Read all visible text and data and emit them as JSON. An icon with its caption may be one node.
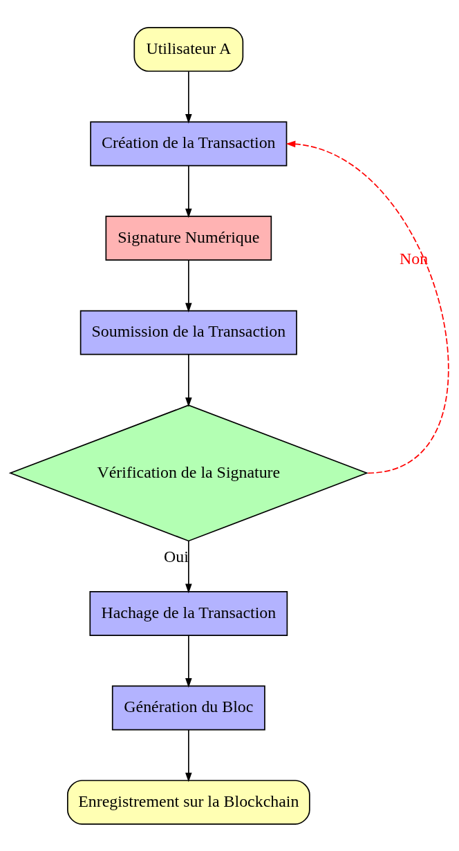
{
  "diagram": {
    "nodes": [
      {
        "text": [
          "Utilisateur A"
        ]
      },
      {
        "text": [
          "Création de la Transaction"
        ]
      },
      {
        "text": [
          "Signature Numérique"
        ]
      },
      {
        "text": [
          "Soumission de la Transaction"
        ]
      },
      {
        "text": [
          "Vérification de la Signature"
        ]
      },
      {
        "text": [
          "Hachage de la Transaction"
        ]
      },
      {
        "text": [
          "Génération du Bloc"
        ]
      },
      {
        "text": [
          "Enregistrement sur la Blockchain"
        ]
      }
    ],
    "edges": [
      {
        "from": 0,
        "to": 1,
        "arrow": "to"
      },
      {
        "from": 1,
        "to": 2,
        "arrow": "to"
      },
      {
        "from": 2,
        "to": 3,
        "arrow": "to"
      },
      {
        "from": 3,
        "to": 4,
        "arrow": "to"
      },
      {
        "from": 4,
        "to": 5,
        "arrow": "to",
        "label": "Oui"
      },
      {
        "from": 5,
        "to": 6,
        "arrow": "to"
      },
      {
        "from": 6,
        "to": 7,
        "arrow": "to"
      },
      {
        "from": 4,
        "to": 1,
        "arrow": "to",
        "label": "Non",
        "style": "dashed",
        "color": "#ff0000"
      }
    ]
  }
}
